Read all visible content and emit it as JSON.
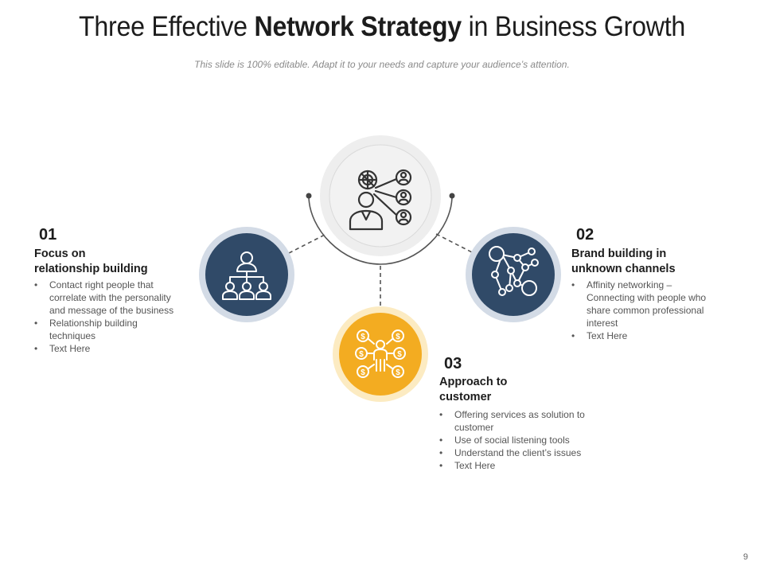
{
  "title": {
    "part1": "Three Effective ",
    "bold": "Network Strategy",
    "part2": " in Business Growth"
  },
  "subtitle": "This slide is 100% editable. Adapt it to your needs and capture your audience’s attention.",
  "colors": {
    "navy": "#304a68",
    "navy_ring": "#d3dbe6",
    "orange": "#f3ac21",
    "orange_ring": "#fcebc2",
    "center_ring": "#eeeeee",
    "line": "#555555"
  },
  "items": [
    {
      "number": "01",
      "heading_lines": [
        "Focus on",
        "relationship building"
      ],
      "icon": "team-hierarchy-icon",
      "bullets": [
        {
          "lines": [
            "Contact right people  that",
            "correlate with the personality",
            "and message  of  the business"
          ]
        },
        {
          "lines": [
            "Relationship building",
            "techniques"
          ]
        },
        {
          "lines": [
            "Text Here"
          ]
        }
      ]
    },
    {
      "number": "02",
      "heading_lines": [
        "Brand building in",
        "unknown channels"
      ],
      "icon": "network-nodes-icon",
      "bullets": [
        {
          "lines": [
            "Affinity networking –",
            "Connecting with people who",
            "share common professional",
            "interest"
          ]
        },
        {
          "lines": [
            "Text Here"
          ]
        }
      ]
    },
    {
      "number": "03",
      "heading_lines": [
        "Approach to",
        "customer"
      ],
      "icon": "customer-money-icon",
      "bullets": [
        {
          "lines": [
            "Offering  services  as solution to",
            "customer"
          ]
        },
        {
          "lines": [
            "Use of social listening tools"
          ]
        },
        {
          "lines": [
            "Understand  the client’s issues"
          ]
        },
        {
          "lines": [
            "Text Here"
          ]
        }
      ]
    }
  ],
  "center_icon": "business-network-icon",
  "page_number": "9"
}
